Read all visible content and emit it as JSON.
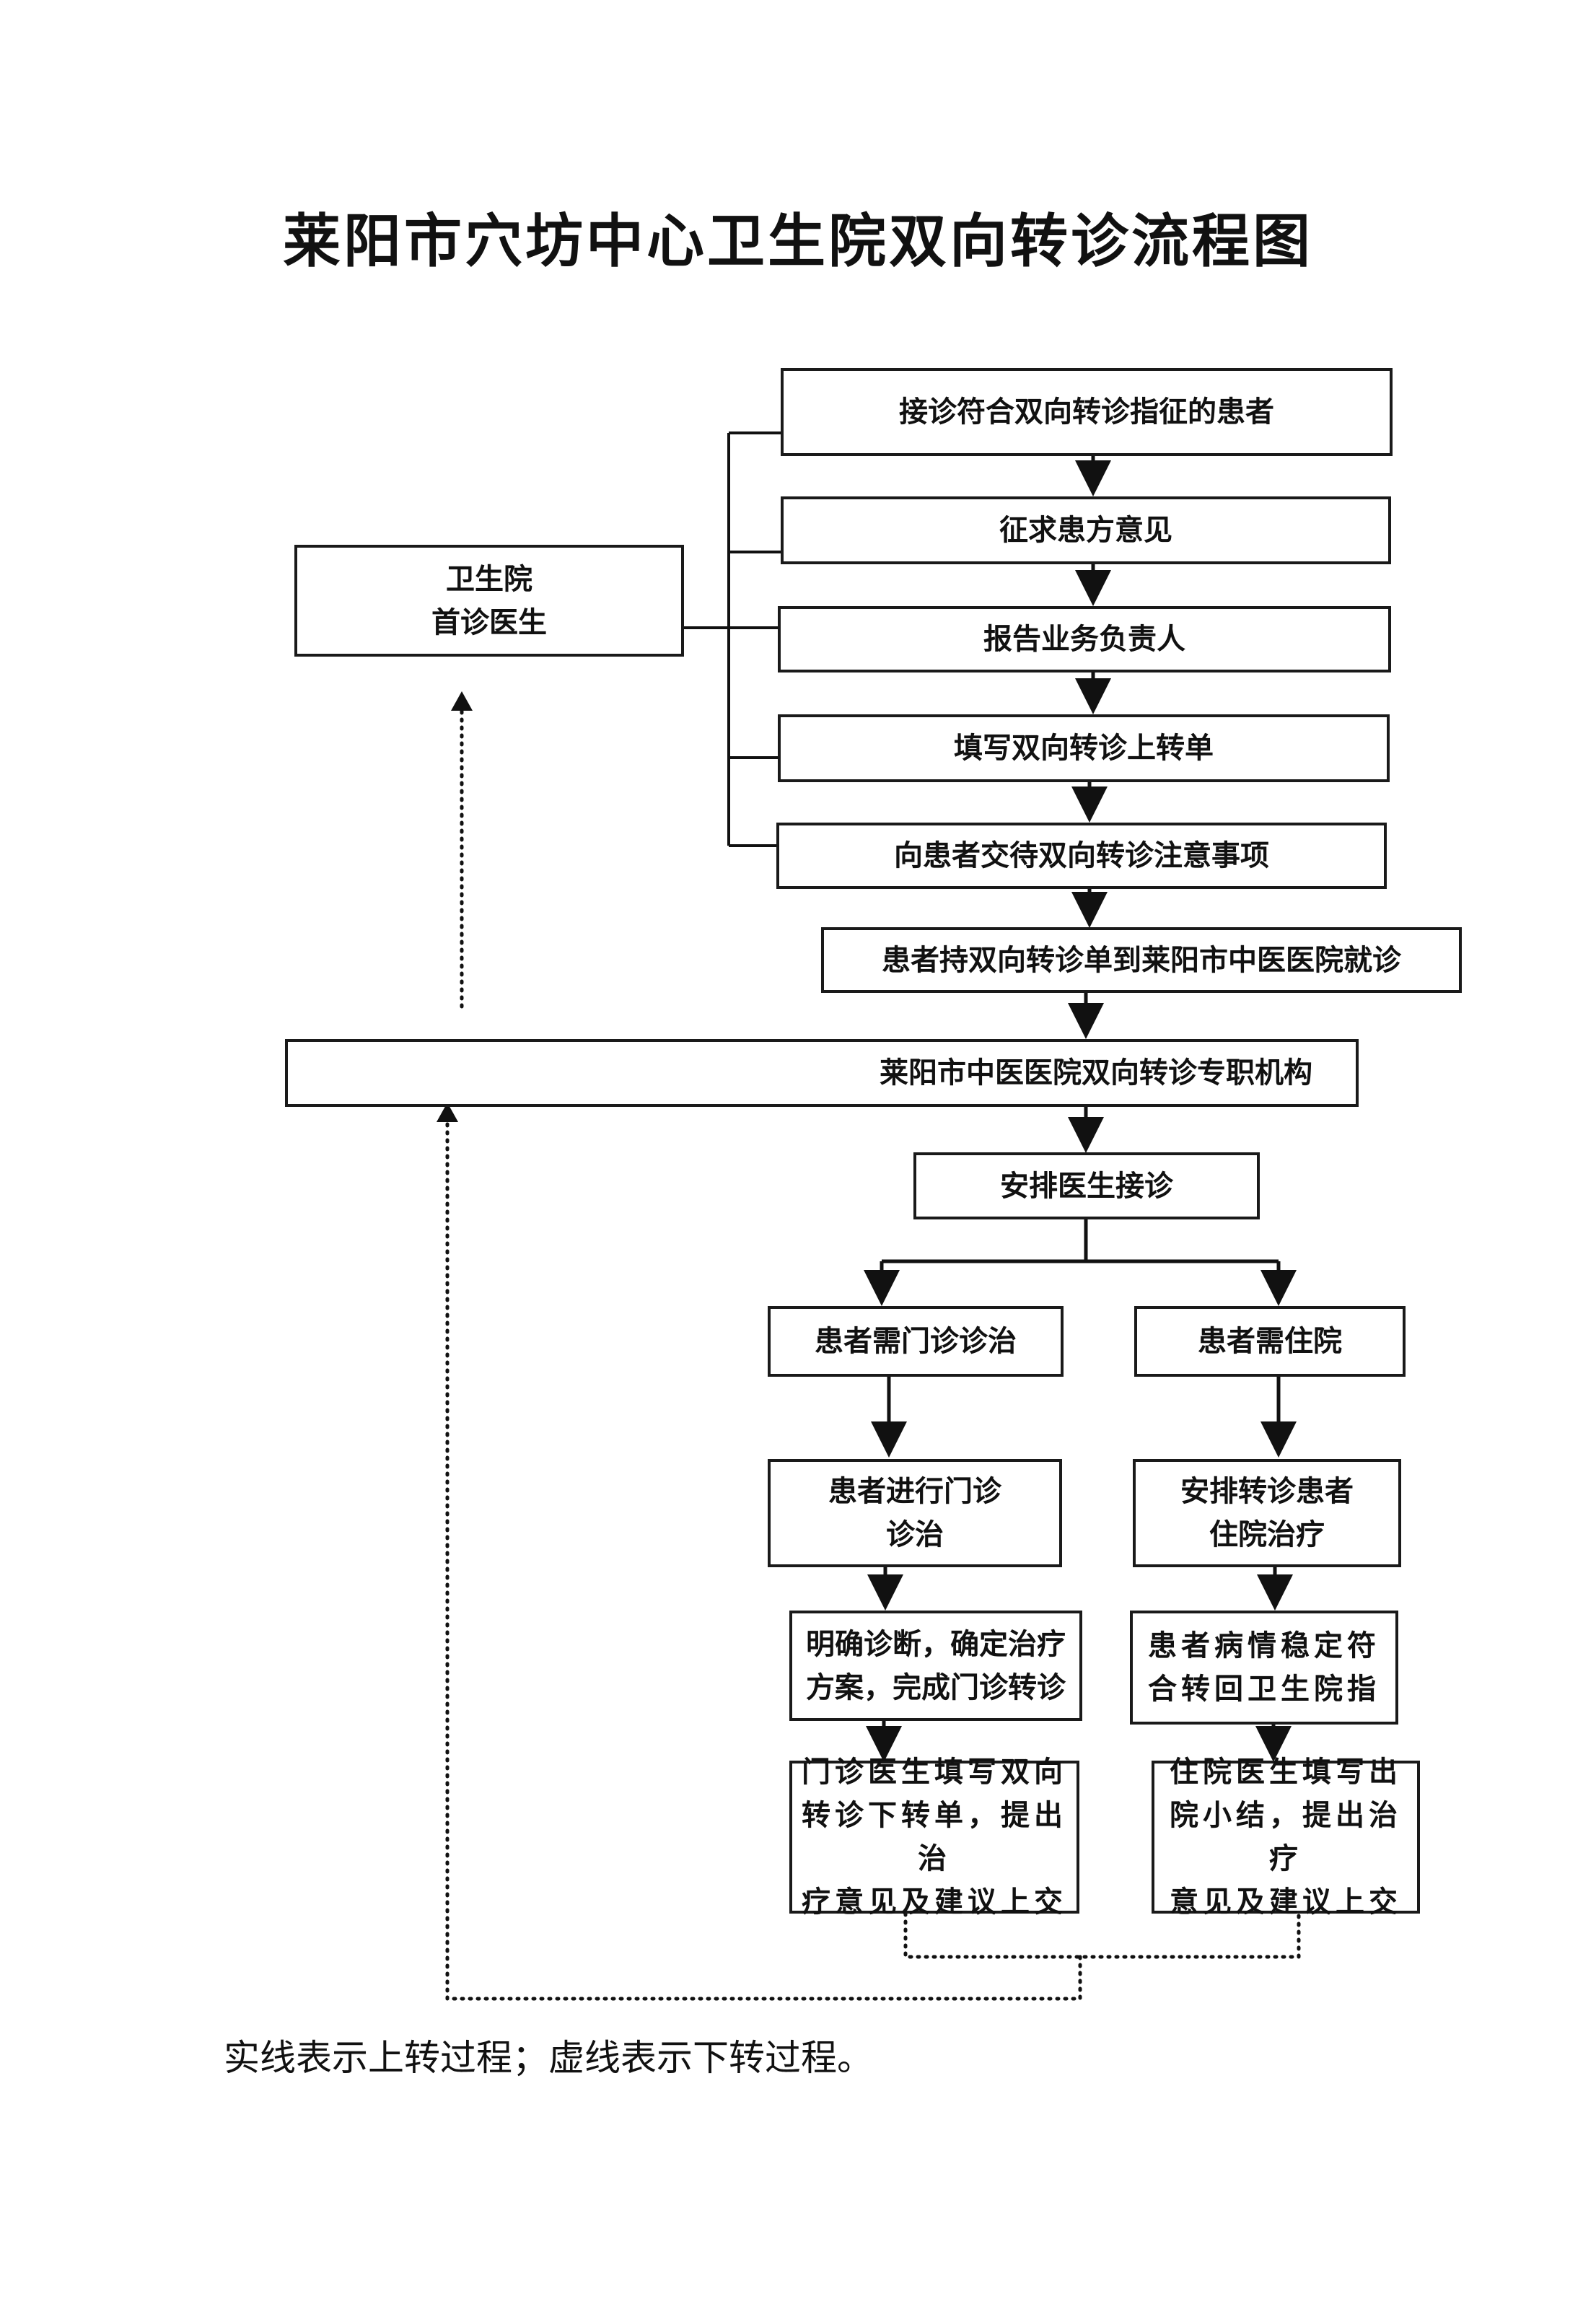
{
  "title": "莱阳市穴坊中心卫生院双向转诊流程图",
  "nodes": {
    "first_doctor": "卫生院\n首诊医生",
    "step1": "接诊符合双向转诊指征的患者",
    "step2": "征求患方意见",
    "step3": "报告业务负责人",
    "step4": "填写双向转诊上转单",
    "step5": "向患者交待双向转诊注意事项",
    "step6": "患者持双向转诊单到莱阳市中医医院就诊",
    "hospital": "莱阳市中医医院双向转诊专职机构",
    "arrange": "安排医生接诊",
    "out_need": "患者需门诊诊治",
    "in_need": "患者需住院",
    "out_treat": "患者进行门诊\n诊治",
    "in_treat": "安排转诊患者\n住院治疗",
    "out_done": "明确诊断，确定治疗\n方案，完成门诊转诊",
    "in_stable": "患者病情稳定符\n合转回卫生院指",
    "out_fill": "门诊医生填写双向\n转诊下转单，提出治\n疗意见及建议上交",
    "in_fill": "住院医生填写出\n院小结，提出治疗\n意见及建议上交"
  },
  "legend": "实线表示上转过程；虚线表示下转过程。"
}
